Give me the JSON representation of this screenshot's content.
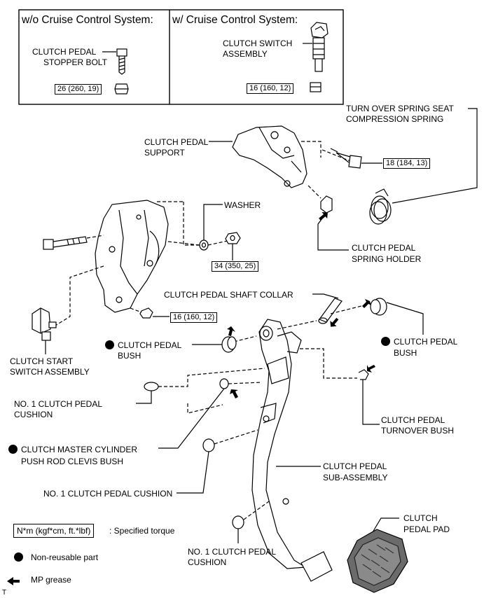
{
  "variants": {
    "without_cruise": {
      "header": "w/o Cruise Control System:",
      "part_label_1": "CLUTCH PEDAL",
      "part_label_2": "STOPPER BOLT",
      "torque": "26 (260, 19)"
    },
    "with_cruise": {
      "header": "w/ Cruise Control System:",
      "part_label_1": "CLUTCH SWITCH",
      "part_label_2": "ASSEMBLY",
      "torque": "16 (160, 12)"
    }
  },
  "labels": {
    "turnover_spring_1": "TURN OVER SPRING SEAT",
    "turnover_spring_2": "COMPRESSION SPRING",
    "pedal_support_1": "CLUTCH PEDAL",
    "pedal_support_2": "SUPPORT",
    "washer": "WASHER",
    "spring_holder_1": "CLUTCH PEDAL",
    "spring_holder_2": "SPRING HOLDER",
    "shaft_collar": "CLUTCH PEDAL SHAFT COLLAR",
    "bush_left_1": "CLUTCH PEDAL",
    "bush_left_2": "BUSH",
    "bush_right_1": "CLUTCH PEDAL",
    "bush_right_2": "BUSH",
    "start_switch_1": "CLUTCH START",
    "start_switch_2": "SWITCH ASSEMBLY",
    "cushion_top_1": "NO. 1 CLUTCH PEDAL",
    "cushion_top_2": "CUSHION",
    "turnover_bush_1": "CLUTCH PEDAL",
    "turnover_bush_2": "TURNOVER BUSH",
    "clevis_bush_1": "CLUTCH MASTER CYLINDER",
    "clevis_bush_2": "PUSH ROD CLEVIS BUSH",
    "sub_assembly_1": "CLUTCH PEDAL",
    "sub_assembly_2": "SUB-ASSEMBLY",
    "cushion_mid": "NO. 1 CLUTCH PEDAL CUSHION",
    "pedal_pad_1": "CLUTCH",
    "pedal_pad_2": "PEDAL PAD",
    "cushion_bottom_1": "NO. 1 CLUTCH PEDAL",
    "cushion_bottom_2": "CUSHION"
  },
  "torques": {
    "support_bolt": "18 (184, 13)",
    "washer_nut": "34 (350, 25)",
    "bracket_nut": "16 (160, 12)"
  },
  "legend": {
    "torque_unit": "N*m (kgf*cm, ft.*lbf)",
    "torque_desc": ": Specified torque",
    "non_reusable": "Non-reusable part",
    "mp_grease": "MP grease"
  },
  "corner_mark": "T",
  "colors": {
    "ink": "#000000",
    "paper": "#ffffff",
    "pad_fill": "#6b6b6b"
  }
}
